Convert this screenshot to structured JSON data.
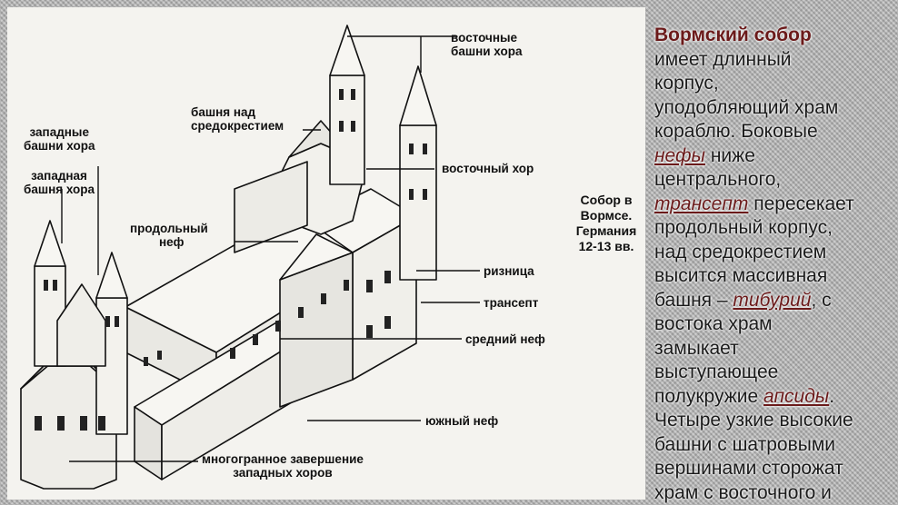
{
  "diagram": {
    "labels": {
      "east_towers": [
        "восточные",
        "башни хора"
      ],
      "crossing_tower": [
        "башня над",
        "средокрестием"
      ],
      "west_towers_choir_top": [
        "западные",
        "башни хора"
      ],
      "west_tower_choir": [
        "западная",
        "башня хора"
      ],
      "east_choir": "восточный хор",
      "nave": [
        "продольный",
        "неф"
      ],
      "sacristy": "ризница",
      "transept": "трансепт",
      "middle_nave": "средний неф",
      "south_nave": "южный неф",
      "west_choir_end": [
        "многогранное завершение",
        "западных хоров"
      ]
    }
  },
  "caption": [
    "Собор в",
    "Вормсе.",
    "Германия",
    "12-13 вв."
  ],
  "text": {
    "title": "Вормский собор",
    "l1": "имеет длинный",
    "l2": "корпус,",
    "l3": "уподобляющий храм",
    "l4": "кораблю. Боковые",
    "term_nefy": "нефы",
    "l5b": " ниже",
    "l6": "центрального,",
    "term_transept": "трансепт",
    "l7b": " пересекает",
    "l8": "продольный корпус,",
    "l9": "над средокрестием",
    "l10": "высится массивная",
    "l11a": "башня – ",
    "term_tiburiy": "тибурий",
    "l11b": ", с",
    "l12": "востока храм",
    "l13": "замыкает",
    "l14": "выступающее",
    "l15a": "полукружие ",
    "term_apsida": "апсиды",
    "l15b": ".",
    "l16": "Четыре узкие высокие",
    "l17": "башни с шатровыми",
    "l18": "вершинами сторожат",
    "l19": "храм с восточного и"
  }
}
